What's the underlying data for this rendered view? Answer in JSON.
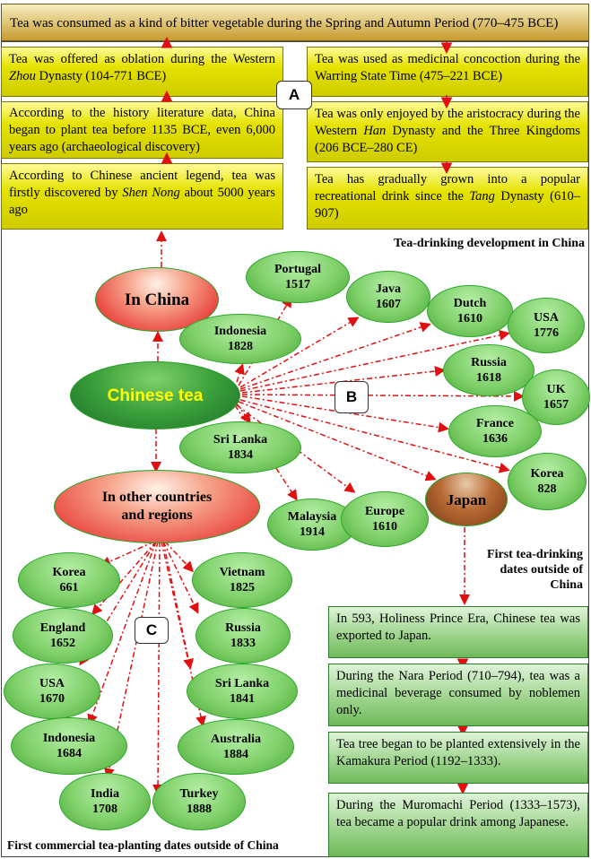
{
  "top_chain": {
    "top": "Tea was consumed as a kind of bitter vegetable during the Spring and Autumn Period (770–475 BCE)",
    "left": [
      {
        "pre": "Tea was offered as oblation during the Western ",
        "em": "Zhou",
        "post": " Dynasty (104-771 BCE)"
      },
      {
        "pre": "According to the history literature data, China began to plant tea before 1135 BCE, even 6,000 years ago (archaeological discovery)",
        "em": "",
        "post": ""
      },
      {
        "pre": "According to Chinese ancient legend, tea was firstly discovered by ",
        "em": "Shen Nong",
        "post": " about 5000 years ago"
      }
    ],
    "right": [
      {
        "pre": "Tea was used as medicinal concoction during the Warring State Time (475–221 BCE)",
        "em": "",
        "post": ""
      },
      {
        "pre": "Tea was only enjoyed by the aristocracy during the Western ",
        "em": "Han",
        "post": " Dynasty and the Three Kingdoms (206 BCE–280 CE)"
      },
      {
        "pre": "Tea has gradually grown into a popular recreational drink since the ",
        "em": "Tang",
        "post": " Dynasty (610–907)"
      }
    ],
    "label_a": "A",
    "caption": "Tea-drinking development in China"
  },
  "center": {
    "chinese_tea": "Chinese tea",
    "in_china": "In China",
    "other_line1": "In other countries",
    "other_line2": "and regions",
    "japan": "Japan",
    "label_b": "B"
  },
  "b_nodes": [
    {
      "name": "Portugal",
      "year": "1517"
    },
    {
      "name": "Java",
      "year": "1607"
    },
    {
      "name": "Dutch",
      "year": "1610"
    },
    {
      "name": "USA",
      "year": "1776"
    },
    {
      "name": "Indonesia",
      "year": "1828"
    },
    {
      "name": "Russia",
      "year": "1618"
    },
    {
      "name": "UK",
      "year": "1657"
    },
    {
      "name": "France",
      "year": "1636"
    },
    {
      "name": "Sri Lanka",
      "year": "1834"
    },
    {
      "name": "Korea",
      "year": "828"
    },
    {
      "name": "Malaysia",
      "year": "1914"
    },
    {
      "name": "Europe",
      "year": "1610"
    }
  ],
  "b_caption": [
    "First tea-drinking",
    "dates outside of",
    "China"
  ],
  "japan_boxes": [
    "In 593, Holiness Prince Era, Chinese tea was exported to Japan.",
    "During the Nara Period (710–794), tea was a medicinal beverage consumed by noblemen only.",
    "Tea tree began to be planted extensively in the Kamakura Period (1192–1333).",
    "During the Muromachi Period (1333–1573), tea became a popular drink among Japanese."
  ],
  "c_nodes": [
    {
      "name": "Korea",
      "year": "661"
    },
    {
      "name": "Vietnam",
      "year": "1825"
    },
    {
      "name": "England",
      "year": "1652"
    },
    {
      "name": "Russia",
      "year": "1833"
    },
    {
      "name": "USA",
      "year": "1670"
    },
    {
      "name": "Sri Lanka",
      "year": "1841"
    },
    {
      "name": "Indonesia",
      "year": "1684"
    },
    {
      "name": "Australia",
      "year": "1884"
    },
    {
      "name": "India",
      "year": "1708"
    },
    {
      "name": "Turkey",
      "year": "1888"
    }
  ],
  "label_c": "C",
  "c_caption": "First commercial tea-planting dates outside of China",
  "colors": {
    "arrow": "#e01010",
    "node_green": "#7fd06a",
    "yellow_box": "#e5e200",
    "red_node": "#e8403a",
    "japan": "#8a4a1e"
  }
}
